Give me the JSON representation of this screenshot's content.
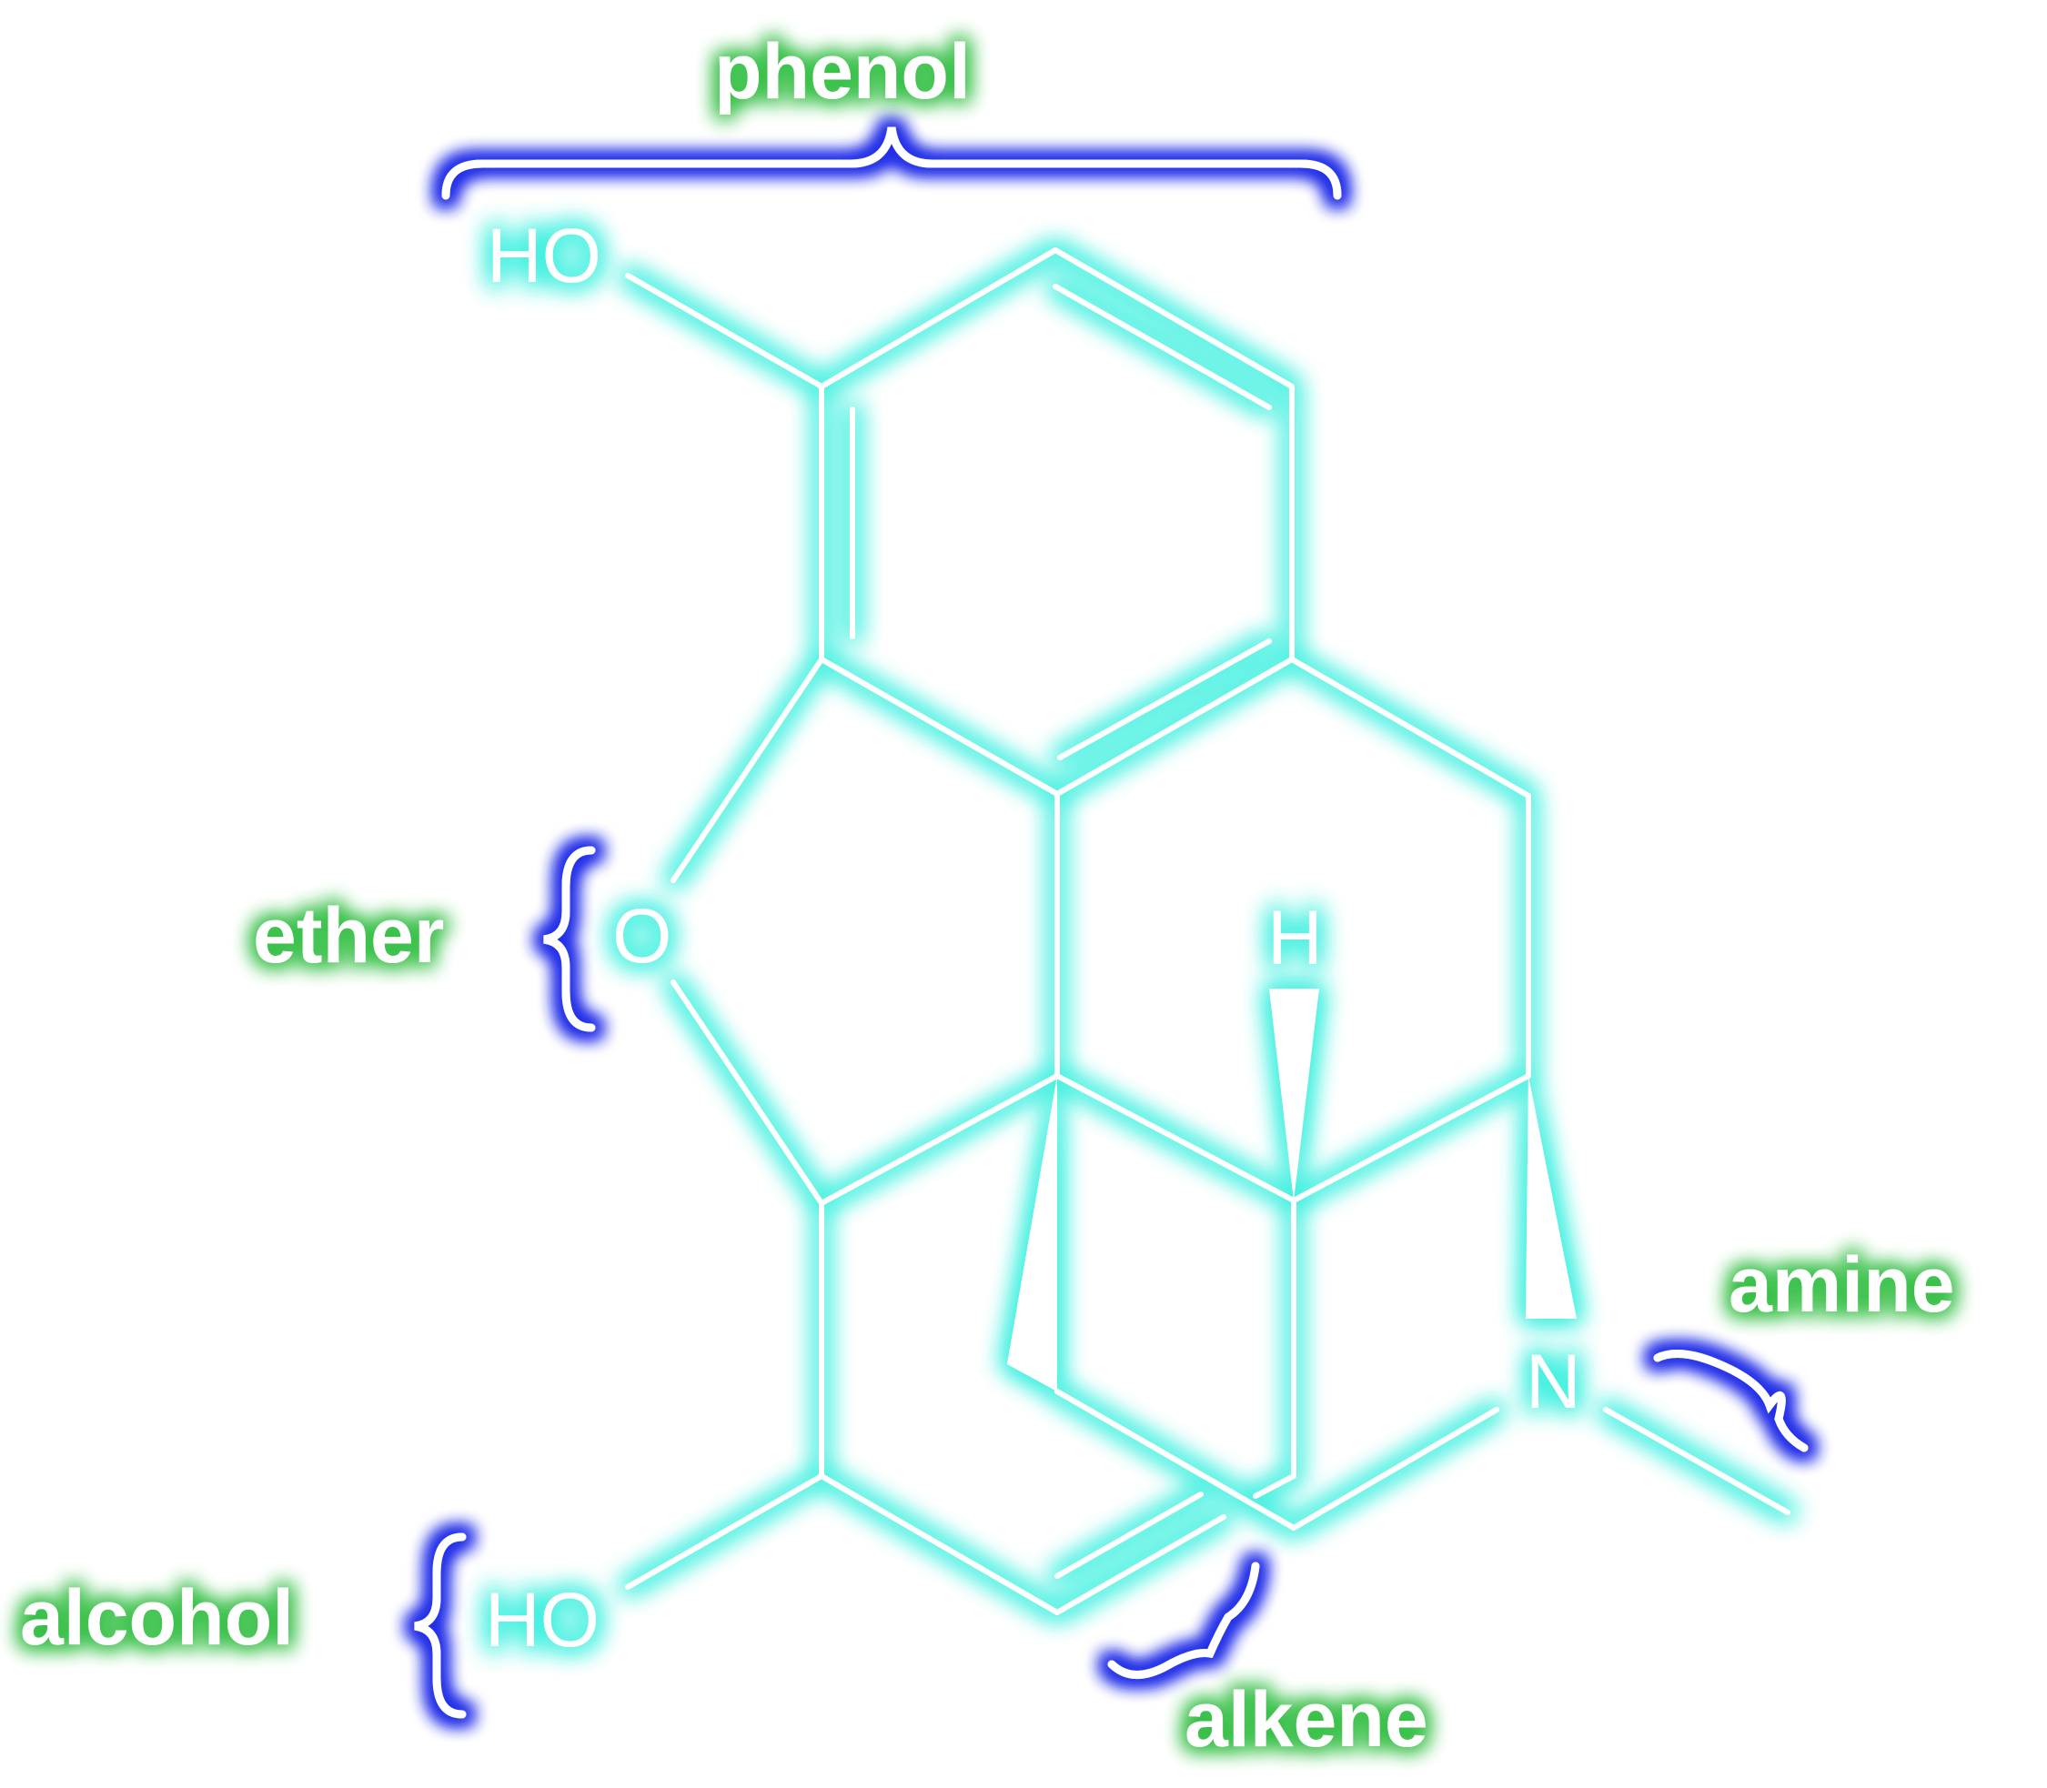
{
  "labels": {
    "phenol": "phenol",
    "ether": "ether",
    "alcohol": "alcohol",
    "amine": "amine",
    "alkene": "alkene"
  },
  "atoms": {
    "ho_top": "HO",
    "o_ether": "O",
    "h": "H",
    "n": "N",
    "ho_bottom": "HO"
  },
  "colors": {
    "background": "#ffffff",
    "bond": "#ffffff",
    "bond_glow": "#40f0e0",
    "brace": "#ffffff",
    "brace_glow": "#2030e0",
    "label_text": "#ffffff",
    "label_glow": "#30c040"
  }
}
